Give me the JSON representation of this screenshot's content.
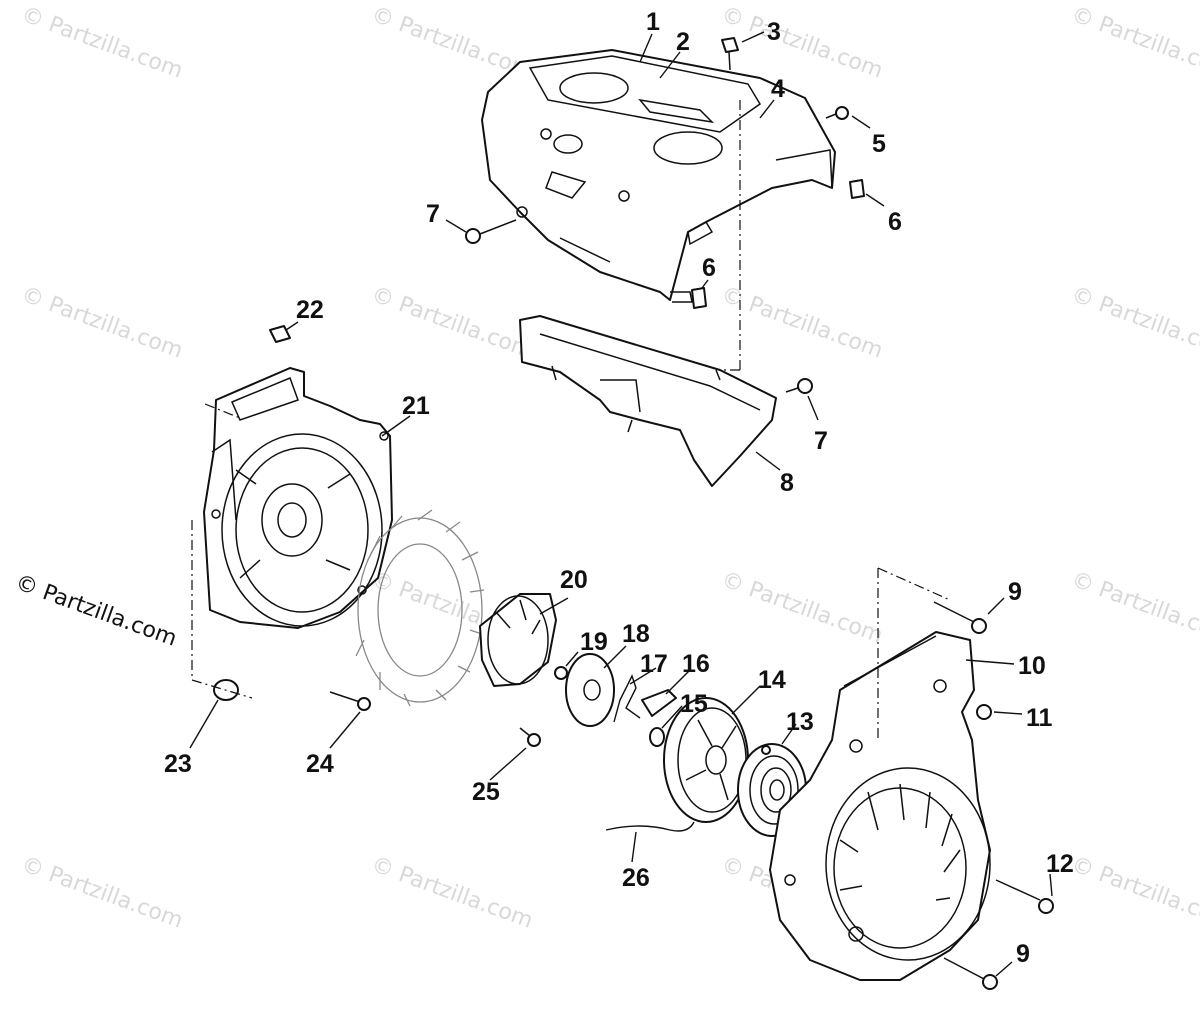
{
  "watermark": "© Partzilla.com",
  "credit": "© Partzilla.com",
  "callouts": [
    "1",
    "2",
    "3",
    "4",
    "5",
    "6",
    "6",
    "7",
    "7",
    "8",
    "9",
    "9",
    "10",
    "11",
    "12",
    "13",
    "14",
    "15",
    "16",
    "17",
    "18",
    "19",
    "20",
    "21",
    "22",
    "23",
    "24",
    "25",
    "26"
  ],
  "colors": {
    "line": "#111111",
    "watermark": "#d8d8d8",
    "background": "#ffffff"
  }
}
